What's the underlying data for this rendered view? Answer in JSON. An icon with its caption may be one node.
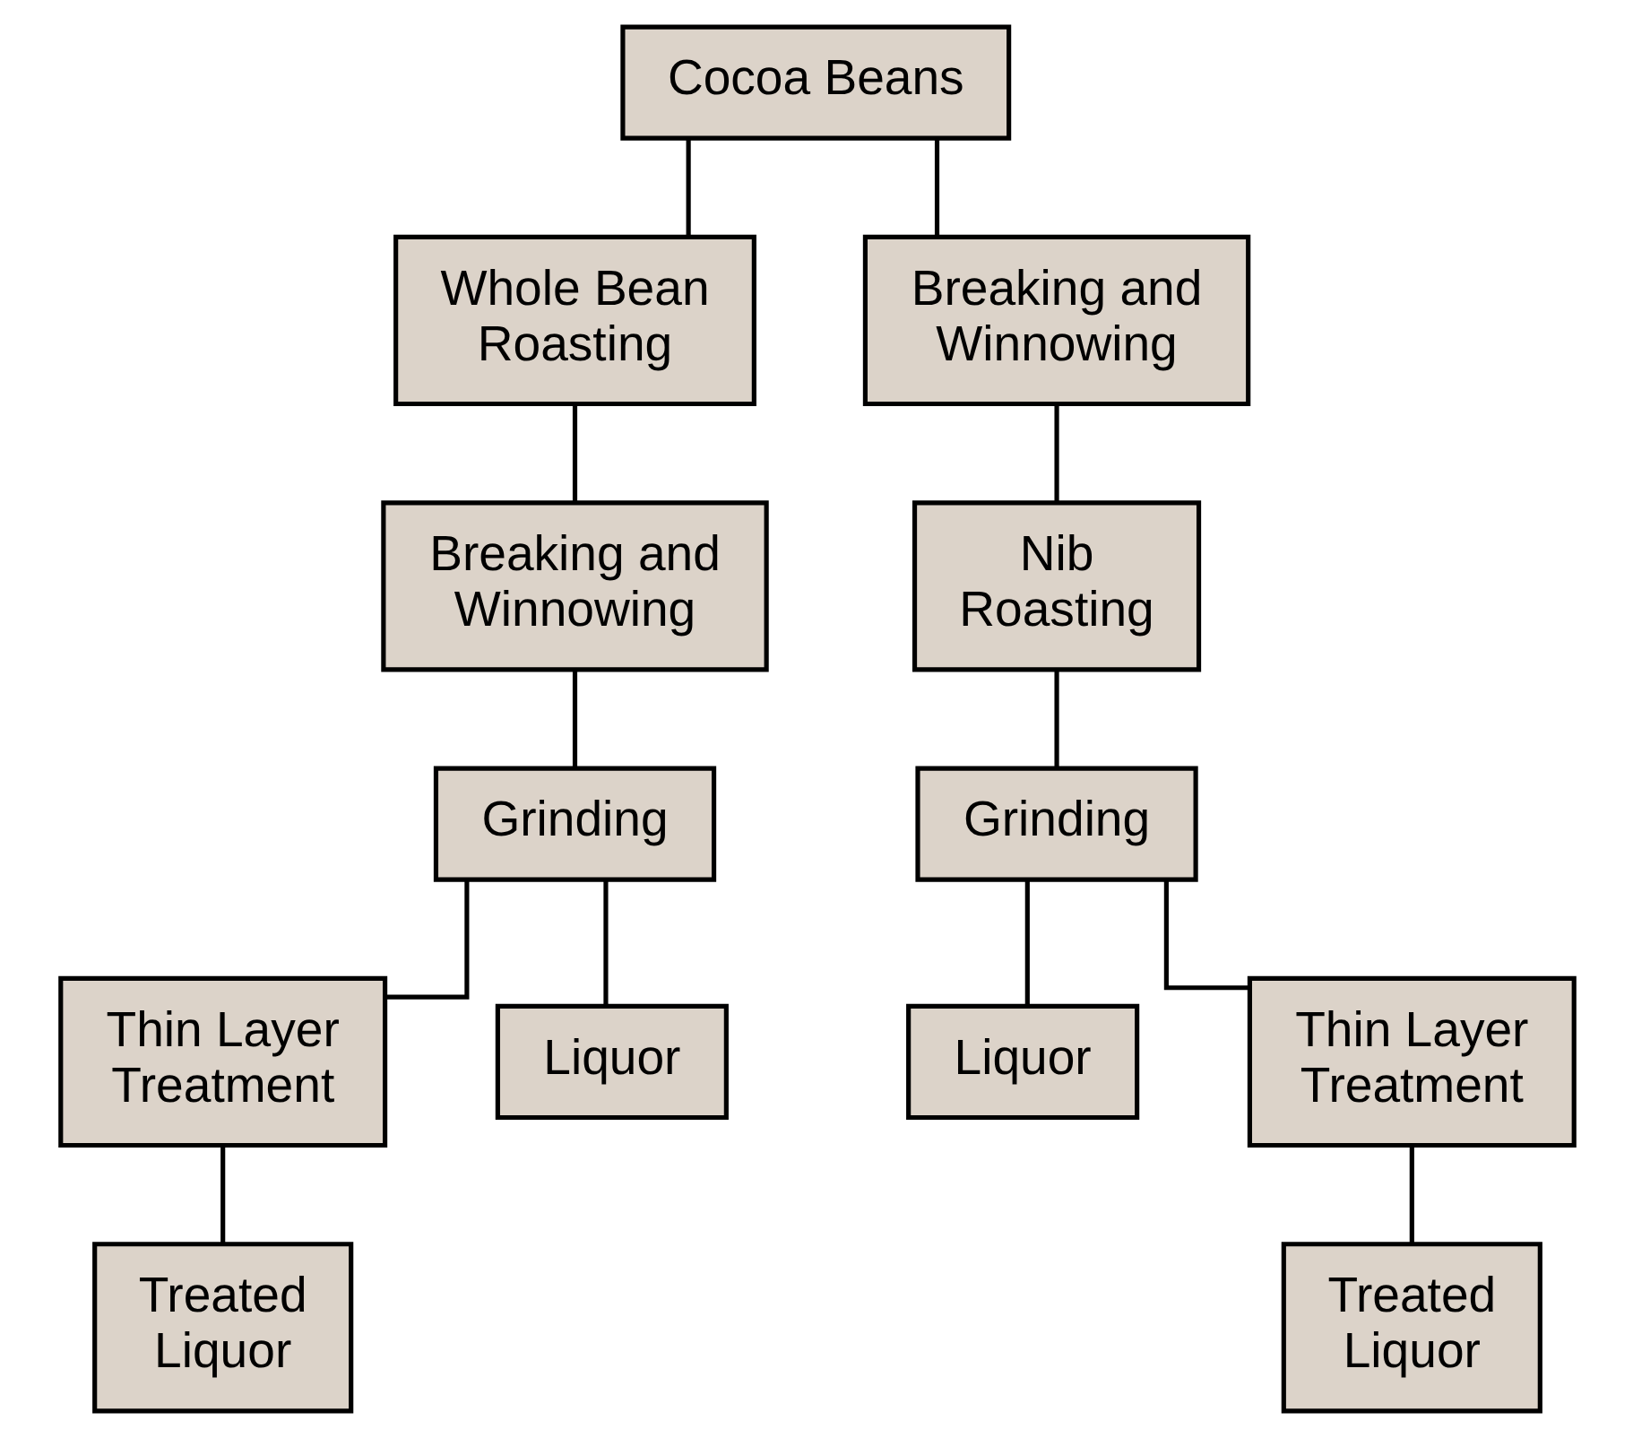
{
  "diagram": {
    "nodes": [
      {
        "text": [
          "Cocoa Beans"
        ]
      },
      {
        "text": [
          "Whole Bean Roasting"
        ]
      },
      {
        "text": [
          "Breaking and Winnowing"
        ]
      },
      {
        "text": [
          "Grinding"
        ]
      },
      {
        "text": [
          "Thin Layer Treatment"
        ]
      },
      {
        "text": [
          "Liquor"
        ]
      },
      {
        "text": [
          "Treated Liquor"
        ]
      },
      {
        "text": [
          "Breaking and Winnowing"
        ]
      },
      {
        "text": [
          "Nib Roasting"
        ]
      },
      {
        "text": [
          "Grinding"
        ]
      },
      {
        "text": [
          "Liquor"
        ]
      },
      {
        "text": [
          "Thin Layer Treatment"
        ]
      },
      {
        "text": [
          "Treated Liquor"
        ]
      }
    ],
    "edges": [
      {
        "from": 0,
        "to": 1,
        "arrow": "none"
      },
      {
        "from": 0,
        "to": 7,
        "arrow": "none"
      },
      {
        "from": 1,
        "to": 2,
        "arrow": "none"
      },
      {
        "from": 2,
        "to": 3,
        "arrow": "none"
      },
      {
        "from": 3,
        "to": 4,
        "arrow": "none"
      },
      {
        "from": 3,
        "to": 5,
        "arrow": "none"
      },
      {
        "from": 4,
        "to": 6,
        "arrow": "none"
      },
      {
        "from": 7,
        "to": 8,
        "arrow": "none"
      },
      {
        "from": 8,
        "to": 9,
        "arrow": "none"
      },
      {
        "from": 9,
        "to": 10,
        "arrow": "none"
      },
      {
        "from": 9,
        "to": 11,
        "arrow": "none"
      },
      {
        "from": 11,
        "to": 12,
        "arrow": "none"
      }
    ]
  }
}
